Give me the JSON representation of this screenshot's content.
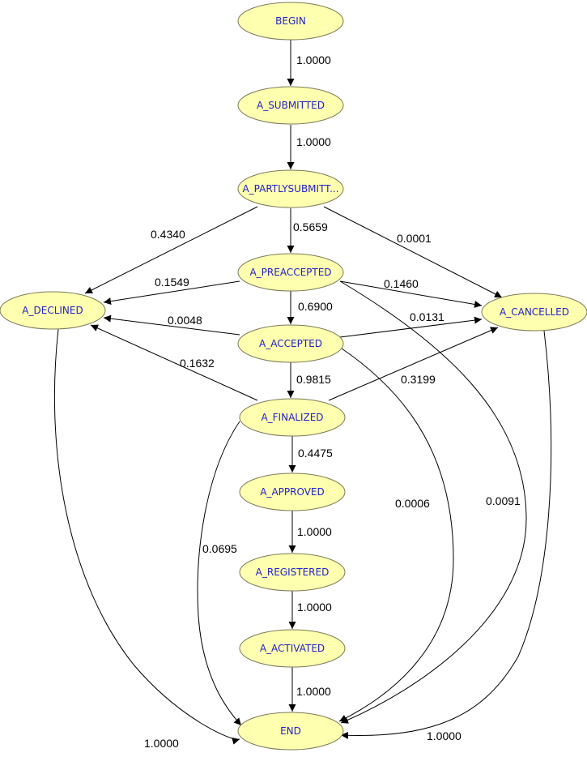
{
  "nodes": [
    {
      "id": "begin",
      "label": "BEGIN"
    },
    {
      "id": "submitted",
      "label": "A_SUBMITTED"
    },
    {
      "id": "partly",
      "label": "A_PARTLYSUBMITT..."
    },
    {
      "id": "preaccepted",
      "label": "A_PREACCEPTED"
    },
    {
      "id": "declined",
      "label": "A_DECLINED"
    },
    {
      "id": "cancelled",
      "label": "A_CANCELLED"
    },
    {
      "id": "accepted",
      "label": "A_ACCEPTED"
    },
    {
      "id": "finalized",
      "label": "A_FINALIZED"
    },
    {
      "id": "approved",
      "label": "A_APPROVED"
    },
    {
      "id": "registered",
      "label": "A_REGISTERED"
    },
    {
      "id": "activated",
      "label": "A_ACTIVATED"
    },
    {
      "id": "end",
      "label": "END"
    }
  ],
  "edges": [
    {
      "from": "begin",
      "to": "submitted",
      "label": "1.0000"
    },
    {
      "from": "submitted",
      "to": "partly",
      "label": "1.0000"
    },
    {
      "from": "partly",
      "to": "declined",
      "label": "0.4340"
    },
    {
      "from": "partly",
      "to": "preaccepted",
      "label": "0.5659"
    },
    {
      "from": "partly",
      "to": "cancelled",
      "label": "0.0001"
    },
    {
      "from": "preaccepted",
      "to": "declined",
      "label": "0.1549"
    },
    {
      "from": "preaccepted",
      "to": "cancelled",
      "label": "0.1460"
    },
    {
      "from": "preaccepted",
      "to": "accepted",
      "label": "0.6900"
    },
    {
      "from": "preaccepted",
      "to": "end",
      "label": "0.0091"
    },
    {
      "from": "accepted",
      "to": "declined",
      "label": "0.0048"
    },
    {
      "from": "accepted",
      "to": "cancelled",
      "label": "0.0131"
    },
    {
      "from": "accepted",
      "to": "finalized",
      "label": "0.9815"
    },
    {
      "from": "accepted",
      "to": "end",
      "label": "0.0006"
    },
    {
      "from": "finalized",
      "to": "declined",
      "label": "0.1632"
    },
    {
      "from": "finalized",
      "to": "cancelled",
      "label": "0.3199"
    },
    {
      "from": "finalized",
      "to": "approved",
      "label": "0.4475"
    },
    {
      "from": "finalized",
      "to": "end",
      "label": "0.0695"
    },
    {
      "from": "approved",
      "to": "registered",
      "label": "1.0000"
    },
    {
      "from": "registered",
      "to": "activated",
      "label": "1.0000"
    },
    {
      "from": "activated",
      "to": "end",
      "label": "1.0000"
    },
    {
      "from": "declined",
      "to": "end",
      "label": "1.0000"
    },
    {
      "from": "cancelled",
      "to": "end",
      "label": "1.0000"
    }
  ],
  "colors": {
    "node_fill": "#ffffb0",
    "node_text": "#2222cc",
    "edge": "#000000"
  }
}
